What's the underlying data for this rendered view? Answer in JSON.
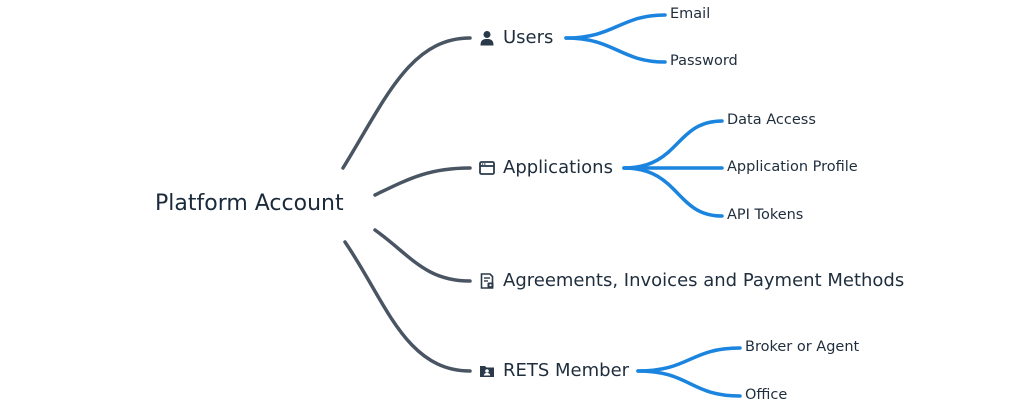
{
  "colors": {
    "branch_line": "#4a5563",
    "leaf_line": "#1a84de",
    "text": "#1f2d3d",
    "icon": "#2b3a4a"
  },
  "mindmap": {
    "root": "Platform Account",
    "branches": [
      {
        "label": "Users",
        "icon": "user-icon",
        "children": [
          "Email",
          "Password"
        ]
      },
      {
        "label": "Applications",
        "icon": "window-icon",
        "children": [
          "Data Access",
          "Application Profile",
          "API Tokens"
        ]
      },
      {
        "label": "Agreements, Invoices and Payment Methods",
        "icon": "receipt-icon",
        "children": []
      },
      {
        "label": "RETS Member",
        "icon": "folder-user-icon",
        "children": [
          "Broker or Agent",
          "Office"
        ]
      }
    ]
  }
}
